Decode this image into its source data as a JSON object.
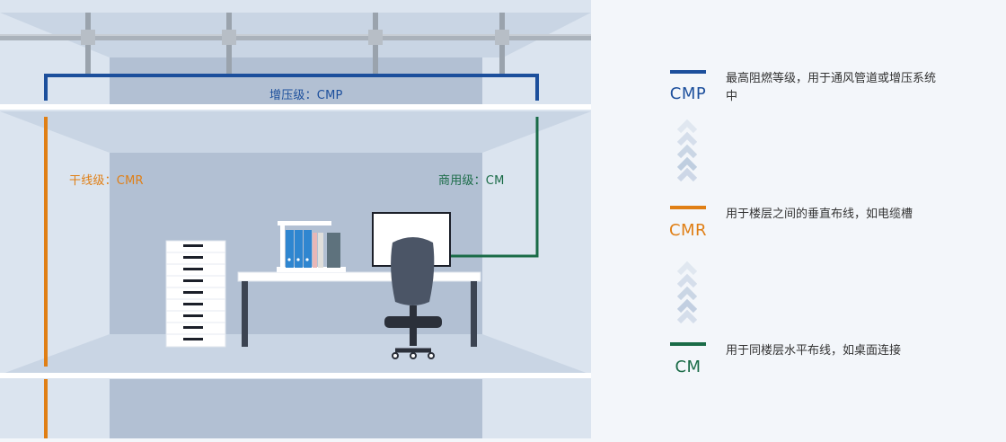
{
  "illustration": {
    "labels": {
      "cmp": "增压级：CMP",
      "cmr": "干线级：CMR",
      "cm": "商用级：CM"
    }
  },
  "legend": {
    "items": [
      {
        "code": "CMP",
        "color": "#1c4f9c",
        "description": "最高阻燃等级，用于通风管道或增压系统中"
      },
      {
        "code": "CMR",
        "color": "#e07f15",
        "description": "用于楼层之间的垂直布线，如电缆槽"
      },
      {
        "code": "CM",
        "color": "#1a6b47",
        "description": "用于同楼层水平布线，如桌面连接"
      }
    ]
  },
  "colors": {
    "cmp": "#1c4f9c",
    "cmr": "#e07f15",
    "cm": "#1a6b47",
    "arrow": "#b9c9dd"
  }
}
